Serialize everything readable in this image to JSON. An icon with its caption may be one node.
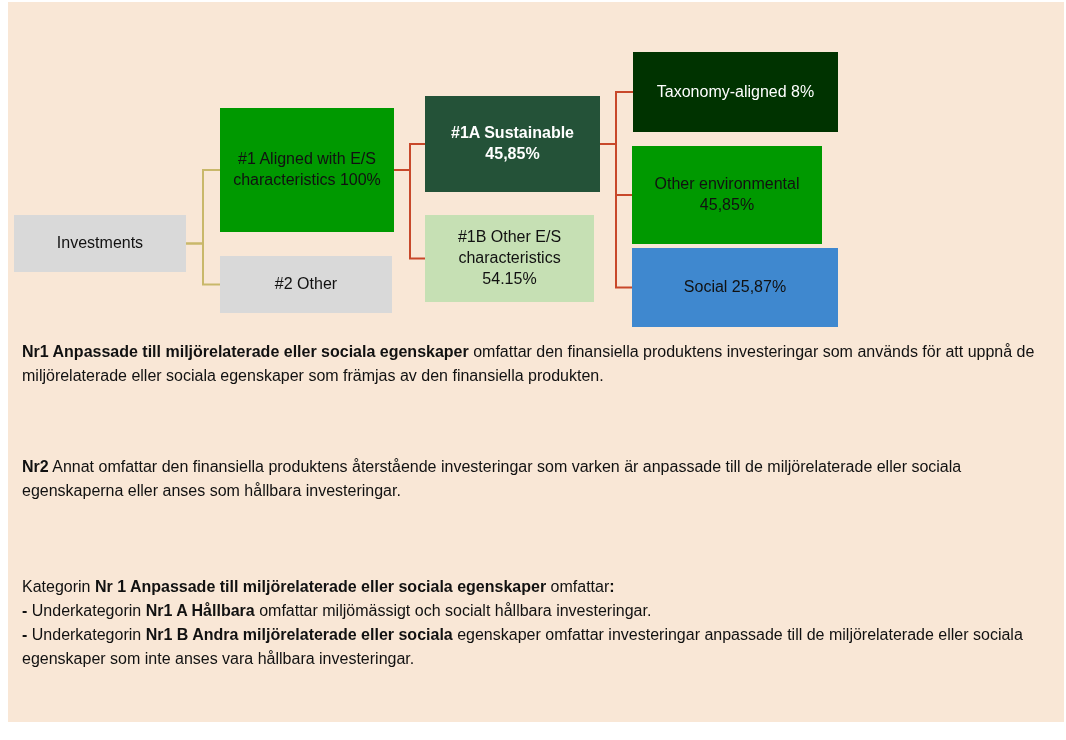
{
  "diagram": {
    "nodes": [
      {
        "text": [
          "Investments"
        ]
      },
      {
        "text": [
          "#1 Aligned with E/S characteristics 100%"
        ]
      },
      {
        "text": [
          "#2 Other"
        ]
      },
      {
        "text": [
          "#1A Sustainable 45,85%"
        ]
      },
      {
        "text": [
          "#1B Other E/S characteristics 54.15%"
        ]
      },
      {
        "text": [
          "Taxonomy-aligned 8%"
        ]
      },
      {
        "text": [
          "Other environmental 45,85%"
        ]
      },
      {
        "text": [
          "Social 25,87%"
        ]
      }
    ],
    "edges": [
      {
        "from": 0,
        "to": 1,
        "arrow": "none",
        "color": "#c9b86a"
      },
      {
        "from": 0,
        "to": 2,
        "arrow": "none",
        "color": "#c9b86a"
      },
      {
        "from": 1,
        "to": 3,
        "arrow": "none"
      },
      {
        "from": 1,
        "to": 4,
        "arrow": "none"
      },
      {
        "from": 3,
        "to": 5,
        "arrow": "none"
      },
      {
        "from": 3,
        "to": 6,
        "arrow": "none"
      },
      {
        "from": 3,
        "to": 7,
        "arrow": "none"
      }
    ],
    "labels": [
      "**Nr1 Anpassade till miljörelaterade eller sociala egenskaper** omfattar den finansiella produktens investeringar som används för att uppnå de miljörelaterade eller sociala egenskaper som främjas av den finansiella produkten.",
      "**Nr2** Annat omfattar den finansiella produktens återstående investeringar som varken är anpassade till de miljörelaterade eller sociala egenskaperna eller anses som hållbara investeringar.",
      "Kategorin **Nr 1 Anpassade till miljörelaterade eller sociala egenskaper** omfattar**:**",
      "**-** Underkategorin **Nr1 A Hållbara** omfattar miljömässigt och socialt hållbara investeringar.",
      "**-** Underkategorin **Nr1 B Andra miljörelaterade eller sociala** egenskaper omfattar investeringar anpassade till de miljörelaterade eller sociala egenskaper som inte anses vara hållbara investeringar."
    ]
  }
}
